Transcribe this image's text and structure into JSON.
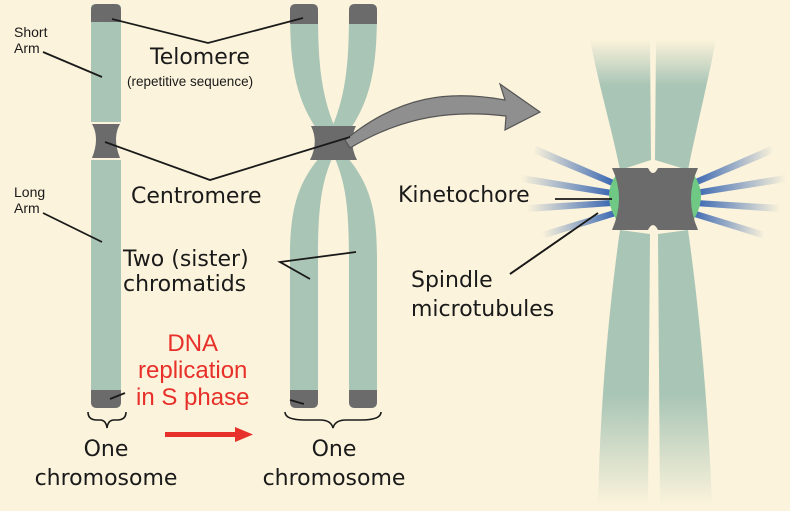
{
  "labels": {
    "short_arm": "Short\nArm",
    "long_arm": "Long\nArm",
    "telomere": "Telomere",
    "telomere_note": "(repetitive sequence)",
    "centromere": "Centromere",
    "sister_chromatids": "Two (sister)\nchromatids",
    "dna_replication": "DNA\nreplication\nin S phase",
    "one_chromosome_left": "One\nchromosome",
    "one_chromosome_right": "One\nchromosome",
    "kinetochore": "Kinetochore",
    "spindle_microtubules": "Spindle\nmicrotubules"
  },
  "colors": {
    "background": "#fbf3db",
    "chromatid": "#a9c5b6",
    "telomere_centromere": "#6b6b6b",
    "kinetochore": "#6fc884",
    "microtubule": "#2f5fb0",
    "arrow_red": "#e8302a",
    "arrow_gray": "#8a8a8a"
  }
}
